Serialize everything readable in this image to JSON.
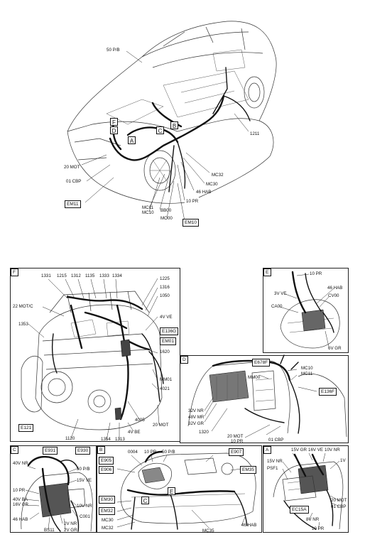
{
  "main": {
    "labels": {
      "pvb50": "50 P/B",
      "n1211": "1211",
      "mot20": "20 MOT",
      "cbp01": "01 CBP",
      "mc32": "MC32",
      "mc30": "MC30",
      "hab46": "46 HAB",
      "pr10": "10 PR",
      "bb00": "BB00",
      "mc11": "MC11",
      "mc10": "MC10",
      "mo00": "MO00"
    },
    "boxes": {
      "em11": "EM11",
      "em10": "EM10"
    },
    "letters": {
      "f": "F",
      "d": "D",
      "a": "A",
      "c": "C",
      "b": "B"
    }
  },
  "panel_f": {
    "letter": "F",
    "labels": {
      "n1331": "1331",
      "n1215": "1215",
      "n1312": "1312",
      "n1135": "1135",
      "n1333": "1333",
      "n1334": "1334",
      "n1225": "1225",
      "n1316": "1316",
      "n1050": "1050",
      "mot22": "22 MOT/C",
      "ve4": "4V VE",
      "n1353": "1353",
      "n1620": "1620",
      "mm01": "MM01",
      "n4021": "4021",
      "n4005": "4005",
      "mot20": "20 MOT",
      "be4": "4V BE",
      "n1120": "1120",
      "n1354": "1354",
      "n1313": "1313"
    },
    "boxes": {
      "e136g": "E136G",
      "em01": "EM01",
      "e121": "E121"
    }
  },
  "panel_e": {
    "letter": "E",
    "labels": {
      "pr10": "10 PR",
      "hab46": "46 HAB",
      "ve3": "3V VE",
      "cv00": "CV00",
      "ca00": "CA00",
      "gr6": "6V GR"
    }
  },
  "panel_d": {
    "letter": "D",
    "labels": {
      "mm00": "MM00",
      "mc10": "MC10",
      "mc11": "MC11",
      "nr32": "32V NR",
      "mr48": "48V MR",
      "gr32": "32V GR",
      "n1320": "1320",
      "mot20": "20 MOT",
      "pr10": "10 PR",
      "cbp01": "01 CBP"
    },
    "boxes": {
      "e678f": "E678F",
      "e136f": "E136F"
    }
  },
  "panel_c": {
    "letter": "C",
    "labels": {
      "nr40": "40V NR",
      "pvb50": "50 P/B",
      "ve15": "15V VE",
      "pr10": "10 PR",
      "ba40": "40V BA",
      "gr16": "16V GR",
      "nr10": "10V NR",
      "c001": "C001",
      "hab46": "46 HAB",
      "nr2": "2V NR",
      "bs11": "BS11",
      "gr2": "2V GR"
    },
    "boxes": {
      "e931": "E931",
      "e930": "E930"
    }
  },
  "panel_b": {
    "letter": "B",
    "labels": {
      "n0004": "0004",
      "pr10": "10 PR",
      "pvb50": "50 P/B",
      "mc30": "MC30",
      "mc32": "MC32",
      "mc35": "MC35",
      "hab46": "46 HAB"
    },
    "boxes": {
      "e905": "E905",
      "e906": "E906",
      "e907": "E907",
      "em35": "EM35",
      "em30": "EM30",
      "em32": "EM32"
    },
    "letters": {
      "c": "C",
      "e": "E"
    }
  },
  "panel_a": {
    "letter": "A",
    "labels": {
      "gr15": "15V GR",
      "ve16": "16V VE",
      "nr10": "10V NR",
      "nr15": "15V NR",
      "psf1": "PSF1",
      "v1": "1V",
      "mot20": "20 MOT",
      "cbp01": "01 CBP",
      "nr8": "8V NR",
      "pr10": "10 PR"
    },
    "boxes": {
      "ec15a": "EC15A"
    }
  }
}
